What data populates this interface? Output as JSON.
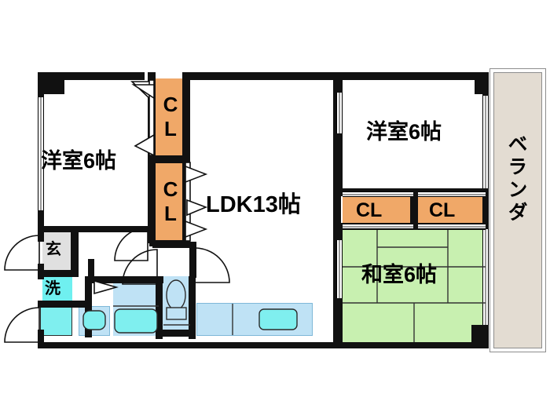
{
  "plan": {
    "type": "apartment-floor-plan",
    "layout_name": "3LDK",
    "colors": {
      "wall": "#111111",
      "closet": "#F0A868",
      "tatami": "#C8F0B0",
      "veranda": "#E3DCD2",
      "genkan": "#E0E0E0",
      "water": "#BFE2F5",
      "washer": "#6FF0F0",
      "background": "#FFFFFF"
    },
    "rooms": [
      {
        "id": "western-room-left",
        "label": "洋室6帖",
        "size": "6帖",
        "kind": "western"
      },
      {
        "id": "ldk",
        "label": "LDK13帖",
        "size": "13帖",
        "kind": "ldk"
      },
      {
        "id": "western-room-right",
        "label": "洋室6帖",
        "size": "6帖",
        "kind": "western"
      },
      {
        "id": "japanese-room",
        "label": "和室6帖",
        "size": "6帖",
        "kind": "tatami"
      },
      {
        "id": "veranda",
        "label": "ベランダ",
        "size": "",
        "kind": "balcony"
      },
      {
        "id": "genkan",
        "label": "玄",
        "size": "",
        "kind": "entrance"
      },
      {
        "id": "washer",
        "label": "洗",
        "size": "",
        "kind": "laundry"
      }
    ],
    "closets": [
      {
        "id": "cl-left-upper",
        "label": "CL",
        "orientation": "vertical"
      },
      {
        "id": "cl-left-lower",
        "label": "CL",
        "orientation": "vertical"
      },
      {
        "id": "cl-right-inner",
        "label": "CL",
        "orientation": "horizontal"
      },
      {
        "id": "cl-right-outer",
        "label": "CL",
        "orientation": "horizontal"
      }
    ],
    "fixtures": [
      {
        "id": "bathtub",
        "name": "bathtub"
      },
      {
        "id": "toilet",
        "name": "toilet"
      },
      {
        "id": "vanity-sink",
        "name": "vanity-sink"
      },
      {
        "id": "kitchen-sink",
        "name": "kitchen-sink"
      },
      {
        "id": "kitchen-counter",
        "name": "kitchen-counter"
      },
      {
        "id": "washer-pan",
        "name": "washing-machine-space"
      }
    ]
  }
}
